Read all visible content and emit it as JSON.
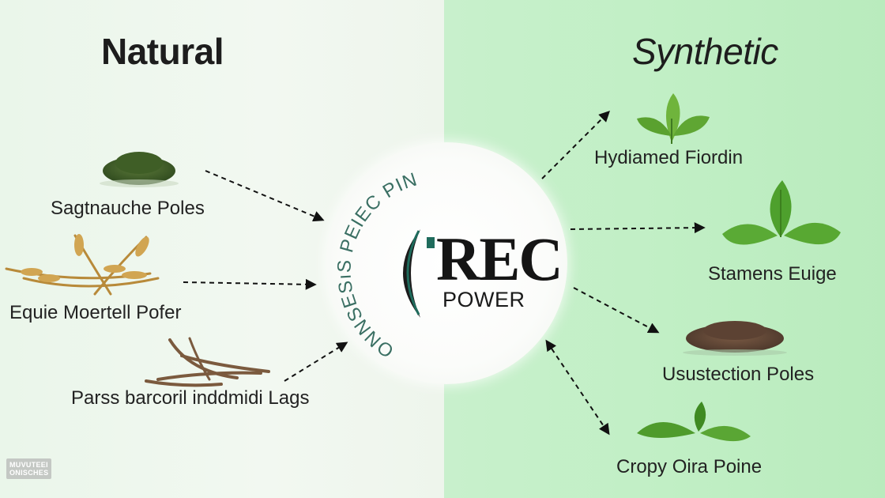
{
  "headings": {
    "natural": "Natural",
    "synthetic": "Synthetic"
  },
  "natural_items": [
    {
      "label": "Sagtnauche Poles",
      "icon": "herb-powder-icon"
    },
    {
      "label": "Equie Moertell Pofer",
      "icon": "wheat-icon"
    },
    {
      "label": "Parss barcoril inddmidi Lags",
      "icon": "root-icon"
    }
  ],
  "synthetic_items": [
    {
      "label": "Hydiamed Fiordin",
      "icon": "leaf-sprig-icon"
    },
    {
      "label": "Stamens Euige",
      "icon": "basil-leaf-icon"
    },
    {
      "label": "Usustection Poles",
      "icon": "seed-pile-icon"
    },
    {
      "label": "Cropy Oira Poine",
      "icon": "tea-leaf-icon"
    }
  ],
  "hub": {
    "logo_main": "REC",
    "logo_sub": "POWER",
    "arc_text": "ONNSESıS PEIEC PINT"
  },
  "watermark": {
    "line1": "MUVUTEEI",
    "line2": "ONISCHES"
  },
  "colors": {
    "natural_bg": "#eef6ee",
    "synthetic_bg": "#c3efc6",
    "arc_text": "#3a6f63",
    "logo_green": "#1f6b5c"
  }
}
